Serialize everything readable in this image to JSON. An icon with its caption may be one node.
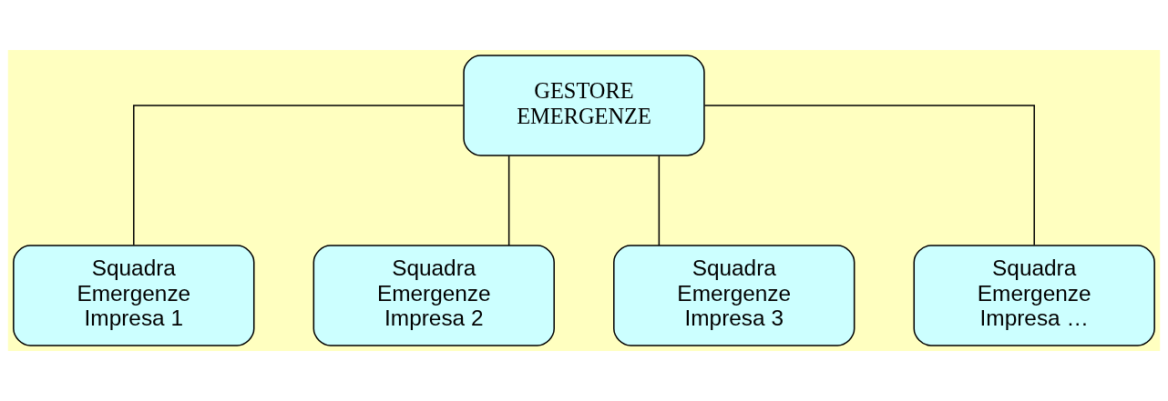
{
  "diagram": {
    "nodes": [
      {
        "text": [
          "GESTORE EMERGENZE"
        ]
      },
      {
        "text": [
          "Squadra Emergenze Impresa 1"
        ]
      },
      {
        "text": [
          "Squadra Emergenze Impresa 2"
        ]
      },
      {
        "text": [
          "Squadra Emergenze Impresa 3"
        ]
      },
      {
        "text": [
          "Squadra Emergenze Impresa …"
        ]
      }
    ],
    "edges": [
      {
        "from": 0,
        "to": 1,
        "arrow": "none"
      },
      {
        "from": 0,
        "to": 2,
        "arrow": "none"
      },
      {
        "from": 0,
        "to": 3,
        "arrow": "none"
      },
      {
        "from": 0,
        "to": 4,
        "arrow": "none"
      }
    ]
  }
}
